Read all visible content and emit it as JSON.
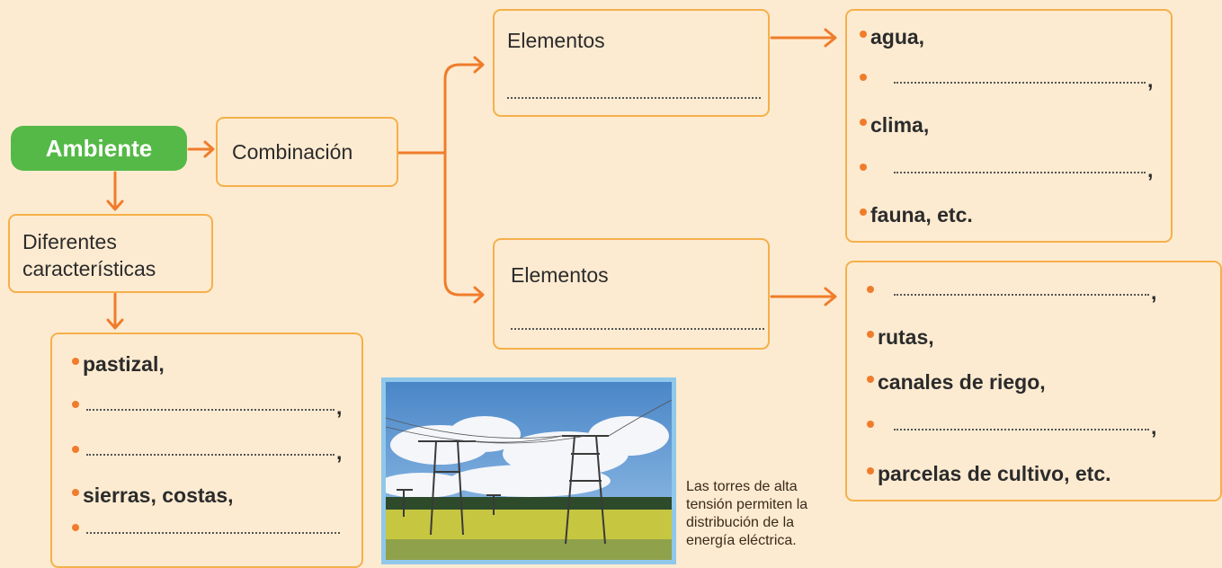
{
  "ambiente": "Ambiente",
  "combinacion": "Combinación",
  "diferentes": "Diferentes características",
  "elementos_top": "Elementos",
  "elementos_bottom": "Elementos",
  "natural_items": [
    {
      "text": "agua,",
      "blank": false
    },
    {
      "text": "",
      "blank": true
    },
    {
      "text": "clima,",
      "blank": false
    },
    {
      "text": "",
      "blank": true
    },
    {
      "text": "fauna, etc.",
      "blank": false
    }
  ],
  "human_items": [
    {
      "text": "",
      "blank": true
    },
    {
      "text": "rutas,",
      "blank": false
    },
    {
      "text": "canales de riego,",
      "blank": false
    },
    {
      "text": "",
      "blank": true
    },
    {
      "text": "parcelas de cultivo, etc.",
      "blank": false
    }
  ],
  "feature_items": [
    {
      "text": "pastizal,",
      "blank": false
    },
    {
      "text": "",
      "blank": true
    },
    {
      "text": "",
      "blank": true
    },
    {
      "text": "sierras, costas,",
      "blank": false
    },
    {
      "text": "",
      "blank": true
    }
  ],
  "caption": "Las torres de alta tensión permiten la distribución de la energía eléctrica.",
  "colors": {
    "accent": "#f07c2b",
    "border": "#f5b04a",
    "green": "#55b947",
    "background": "#fdebd1"
  }
}
